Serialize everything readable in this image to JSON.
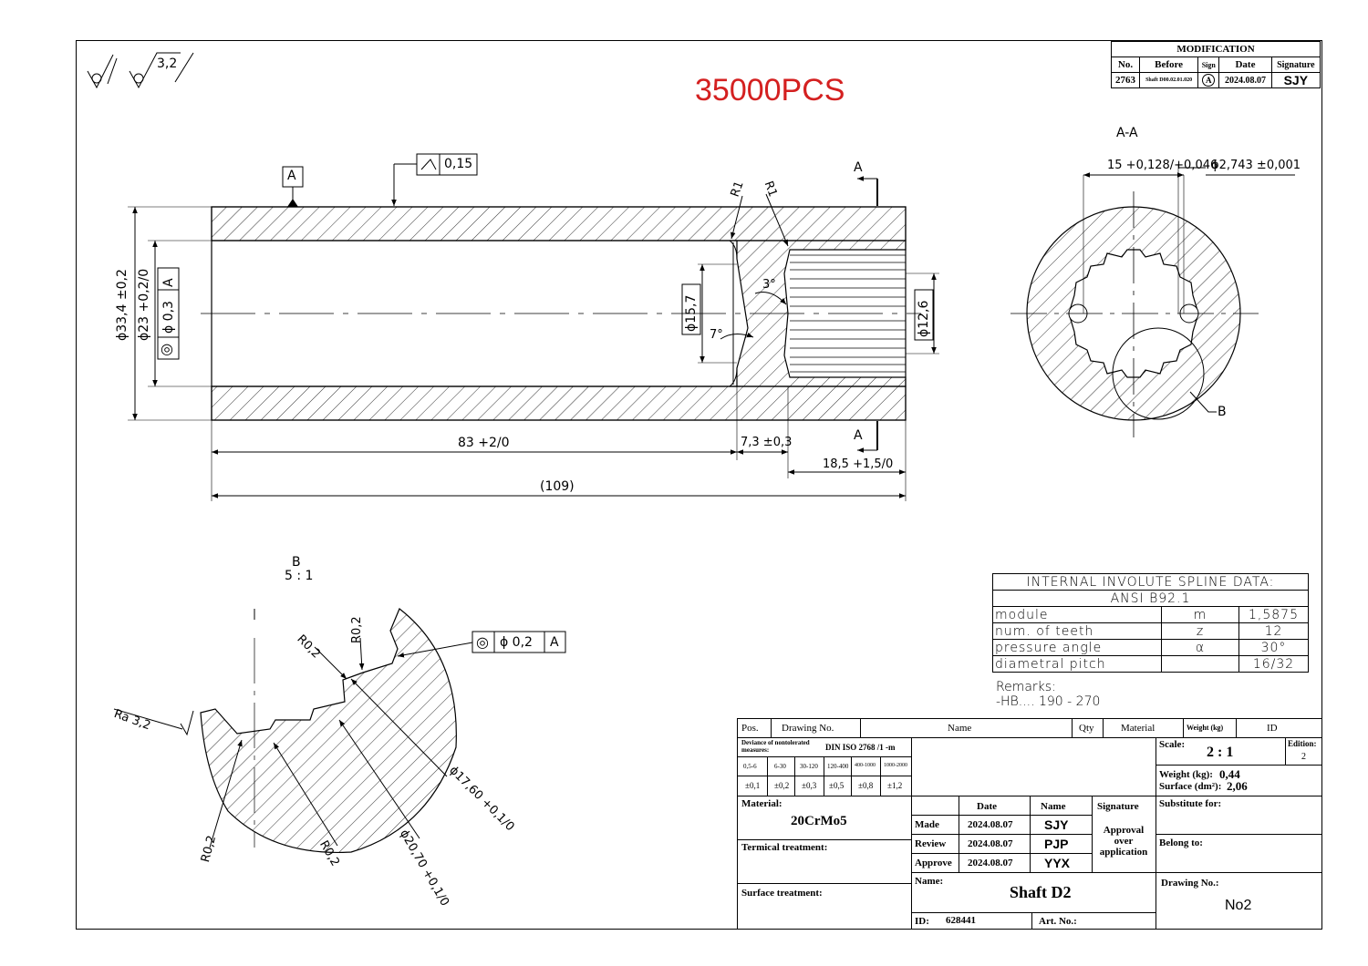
{
  "roughness": {
    "general": "3,2"
  },
  "quantity_note": "35000PCS",
  "modification": {
    "title": "MODIFICATION",
    "headers": {
      "no": "No.",
      "before": "Before",
      "sign": "Sign",
      "date": "Date",
      "signature": "Signature"
    },
    "row": {
      "no": "2763",
      "before": "Shaft D00.02.01.020",
      "sign": "A",
      "date": "2024.08.07",
      "signature": "SJY"
    }
  },
  "drawing": {
    "datum_a": "A",
    "runout_tolerance": "0,15",
    "concentricity_main": {
      "symbol": "◎",
      "value": "ϕ 0,3",
      "datum": "A"
    },
    "dim_od": "ϕ33,4 ±0,2",
    "dim_id": "ϕ23 +0,2/0",
    "dim_157": "ϕ15,7",
    "dim_126": "ϕ12,6",
    "angle_7": "7°",
    "angle_3": "3°",
    "r1a": "R1",
    "r1b": "R1",
    "section_label": "A",
    "dim_83": "83 +2/0",
    "dim_73": "7,3 ±0,3",
    "dim_185": "18,5 +1,5/0",
    "dim_109": "(109)",
    "section_title": "A-A",
    "dim_15": "15 +0,128/+0,046",
    "dim_2743": "ϕ2,743 ±0,001",
    "detail_b_callout": "B",
    "detail_title": "B",
    "detail_scale": "5 : 1",
    "roughness_detail": "Ra 3,2",
    "r02": "R0,2",
    "concentricity_detail": {
      "symbol": "◎",
      "value": "ϕ 0,2",
      "datum": "A"
    },
    "dim_1760": "ϕ17,60 +0,1/0",
    "dim_2070": "ϕ20,70 +0,1/0"
  },
  "spline": {
    "title": "INTERNAL INVOLUTE SPLINE DATA:",
    "standard": "ANSI B92.1",
    "rows": [
      {
        "name": "module",
        "symbol": "m",
        "value": "1,5875"
      },
      {
        "name": "num. of teeth",
        "symbol": "z",
        "value": "12"
      },
      {
        "name": "pressure angle",
        "symbol": "α",
        "value": "30°"
      },
      {
        "name": "diametral pitch",
        "symbol": "",
        "value": "16/32"
      }
    ],
    "remarks_label": "Remarks:",
    "remarks_value": "-HB.... 190 - 270"
  },
  "title_block": {
    "header": {
      "pos": "Pos.",
      "drawing_no": "Drawing No.",
      "name": "Name",
      "qty": "Qty",
      "material": "Material",
      "weight": "Weight (kg)",
      "id": "ID"
    },
    "deviance_label": "Deviance of nontolerated measures:",
    "deviance_standard": "DIN ISO 2768 /1 -m",
    "tol_ranges": [
      "0,5-6",
      "6-30",
      "30-120",
      "120-400",
      "400-1000",
      "1000-2000"
    ],
    "tol_values": [
      "±0,1",
      "±0,2",
      "±0,3",
      "±0,5",
      "±0,8",
      "±1,2"
    ],
    "scale_label": "Scale:",
    "scale_value": "2 : 1",
    "edition_label": "Edition:",
    "edition_value": "2",
    "weight_label": "Weight (kg):",
    "weight_value": "0,44",
    "surface_label": "Surface (dm²):",
    "surface_value": "2,06",
    "material_label": "Material:",
    "material_value": "20CrMo5",
    "thermal_label": "Termical treatment:",
    "surface_treatment_label": "Surface treatment:",
    "date_col": "Date",
    "name_col": "Name",
    "signature_col": "Signature",
    "rows": [
      {
        "role": "Made",
        "date": "2024.08.07",
        "name": "SJY"
      },
      {
        "role": "Review",
        "date": "2024.08.07",
        "name": "PJP"
      },
      {
        "role": "Approve",
        "date": "2024.08.07",
        "name": "YYX"
      }
    ],
    "approval_note": "Approval over application",
    "substitute_label": "Substitute for:",
    "belong_label": "Belong to:",
    "name_label": "Name:",
    "part_name": "Shaft D2",
    "drawing_no_label": "Drawing No.:",
    "drawing_no_value": "No2",
    "id_label": "ID:",
    "id_value": "628441",
    "art_label": "Art. No.:"
  },
  "colors": {
    "note": "#d42020",
    "line": "#000000"
  }
}
